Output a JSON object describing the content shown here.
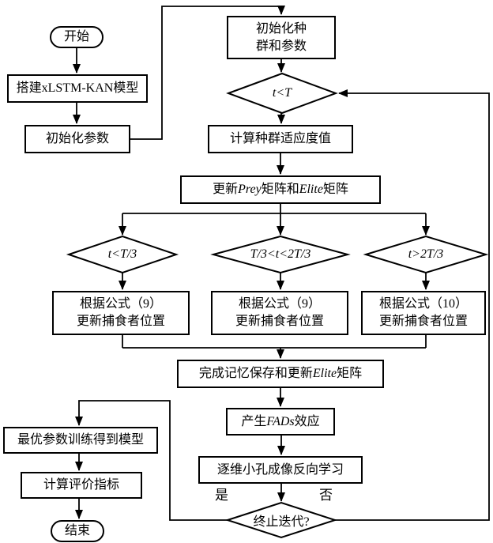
{
  "colors": {
    "line": "#000000",
    "background": "#ffffff"
  },
  "nodes": {
    "start": {
      "label": "开始"
    },
    "build_model": {
      "label": "搭建xLSTM-KAN模型"
    },
    "init_params": {
      "label": "初始化参数"
    },
    "init_population": {
      "line1": "初始化种",
      "line2": "群和参数"
    },
    "cond_t_lt_T": {
      "label": "t<T"
    },
    "fitness": {
      "label": "计算种群适应度值"
    },
    "update_prey": {
      "p1": "更新",
      "p2": "Prey",
      "p3": "矩阵和",
      "p4": "Elite",
      "p5": "矩阵"
    },
    "cond_phase1": {
      "label": "t<T/3"
    },
    "cond_phase2": {
      "label": "T/3<t<2T/3"
    },
    "cond_phase3": {
      "label": "t>2T/3"
    },
    "formula_left": {
      "line1": "根据公式（9）",
      "line2": "更新捕食者位置"
    },
    "formula_mid": {
      "line1": "根据公式（9）",
      "line2": "更新捕食者位置"
    },
    "formula_right": {
      "line1": "根据公式（10）",
      "line2": "更新捕食者位置"
    },
    "memory": {
      "p1": "完成记忆保存和更新",
      "p2": "Elite",
      "p3": "矩阵"
    },
    "fads": {
      "p1": "产生",
      "p2": "FADs",
      "p3": "效应"
    },
    "mirror": {
      "label": "逐维小孔成像反向学习"
    },
    "terminate": {
      "label": "终止迭代?"
    },
    "best_params": {
      "label": "最优参数训练得到模型"
    },
    "metrics": {
      "label": "计算评价指标"
    },
    "end": {
      "label": "结束"
    }
  },
  "edge_labels": {
    "yes": "是",
    "no": "否"
  }
}
